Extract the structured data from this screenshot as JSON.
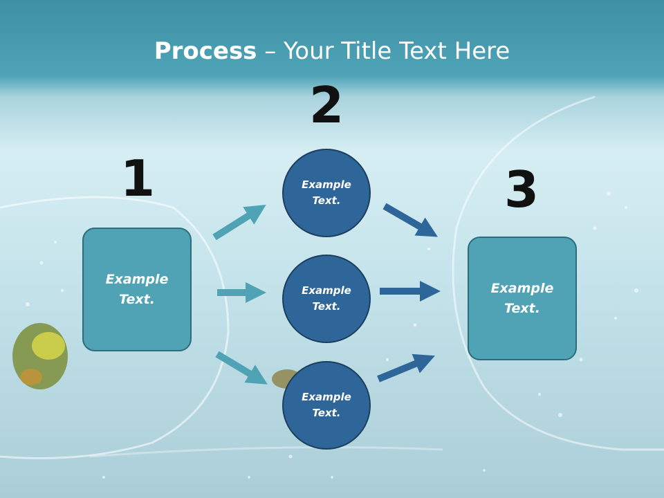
{
  "slide": {
    "title_bold": "Process",
    "title_rest": " – Your Title Text Here",
    "step_numbers": [
      "1",
      "2",
      "3"
    ],
    "left_box": {
      "text": "Example Text."
    },
    "circles": [
      {
        "text": "Example Text."
      },
      {
        "text": "Example Text."
      },
      {
        "text": "Example Text."
      }
    ],
    "right_box": {
      "text": "Example Text."
    }
  },
  "colors": {
    "box_fill": "#4fa3b5",
    "circle_fill": "#2f6699",
    "left_arrows": "#4fa3b5",
    "right_arrows": "#2f6699"
  }
}
